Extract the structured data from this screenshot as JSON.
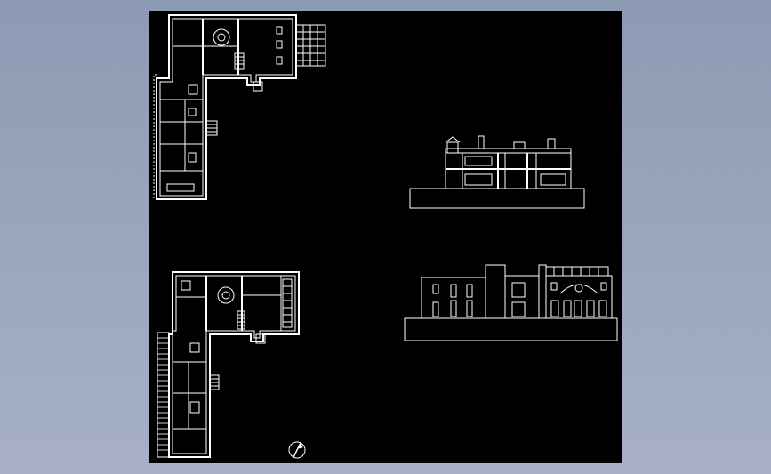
{
  "viewer": {
    "background_color": "#000000",
    "line_color": "#ffffff",
    "frame_gradient": [
      "#8c9ab3",
      "#a7b0c5"
    ]
  },
  "drawings": [
    {
      "id": "floor-plan-upper",
      "kind": "floor plan"
    },
    {
      "id": "floor-plan-lower",
      "kind": "floor plan"
    },
    {
      "id": "section-elevation",
      "kind": "section"
    },
    {
      "id": "front-elevation",
      "kind": "elevation"
    },
    {
      "id": "north-arrow",
      "kind": "symbol",
      "icon": "north-arrow-icon"
    }
  ]
}
